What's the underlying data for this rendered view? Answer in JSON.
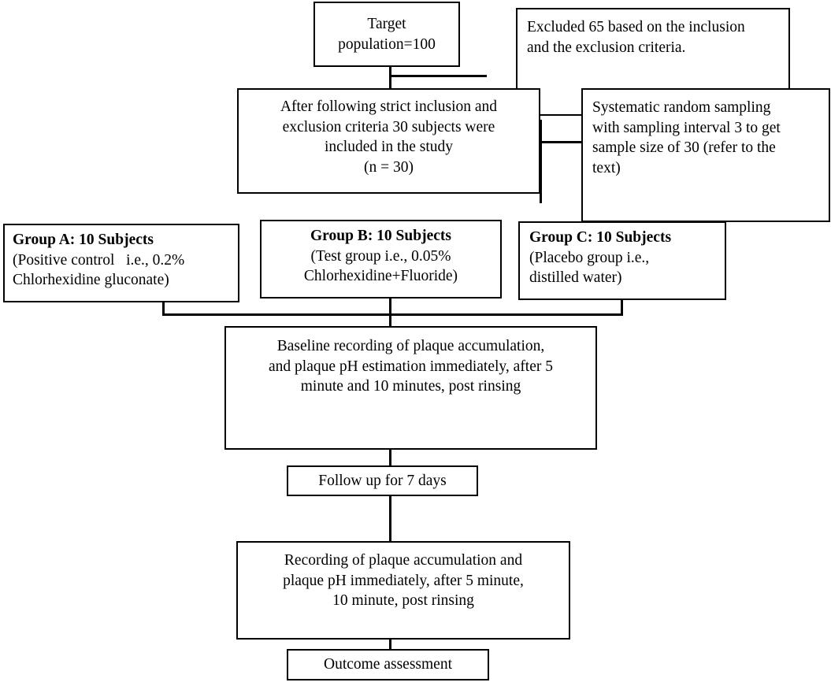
{
  "diagram": {
    "title": "Study flow diagram",
    "type": "flowchart",
    "background_color": "#ffffff",
    "line_color": "#000000",
    "text_color": "#000000"
  },
  "nodes": {
    "target_population": {
      "lines": [
        "Target",
        "population=100"
      ]
    },
    "excluded": {
      "lines": [
        "Excluded 65 based on the inclusion",
        "and the exclusion criteria."
      ]
    },
    "inclusion_result": {
      "lines": [
        "After following strict inclusion and",
        "exclusion criteria 30 subjects were",
        "included in the study",
        "(n = 30)"
      ]
    },
    "sampling_method": {
      "lines": [
        "Systematic random sampling",
        "with sampling interval 3 to get",
        "sample size of 30 (refer to the",
        "text)"
      ]
    },
    "group_a": {
      "header": "Group A: 10 Subjects",
      "lines": [
        "(Positive control   i.e., 0.2%",
        "Chlorhexidine gluconate)"
      ]
    },
    "group_b": {
      "header_bold": "Group B",
      "header_rest": ": 10 Subjects",
      "lines": [
        "(Test group i.e., 0.05%",
        "Chlorhexidine+Fluoride)"
      ]
    },
    "group_c": {
      "header_bold": "Group C",
      "header_rest": ": 10 Subjects",
      "lines": [
        "(Placebo group i.e.,",
        "distilled water)"
      ]
    },
    "baseline_recording": {
      "lines": [
        "Baseline recording of plaque accumulation,",
        "and plaque pH estimation immediately, after 5",
        "minute and 10 minutes, post rinsing"
      ]
    },
    "follow_up": {
      "lines": [
        "Follow up for 7 days"
      ]
    },
    "post_recording": {
      "lines": [
        "Recording of plaque accumulation and",
        "plaque pH immediately, after 5 minute,",
        "10 minute, post rinsing"
      ]
    },
    "outcome": {
      "lines": [
        "Outcome assessment"
      ]
    }
  }
}
